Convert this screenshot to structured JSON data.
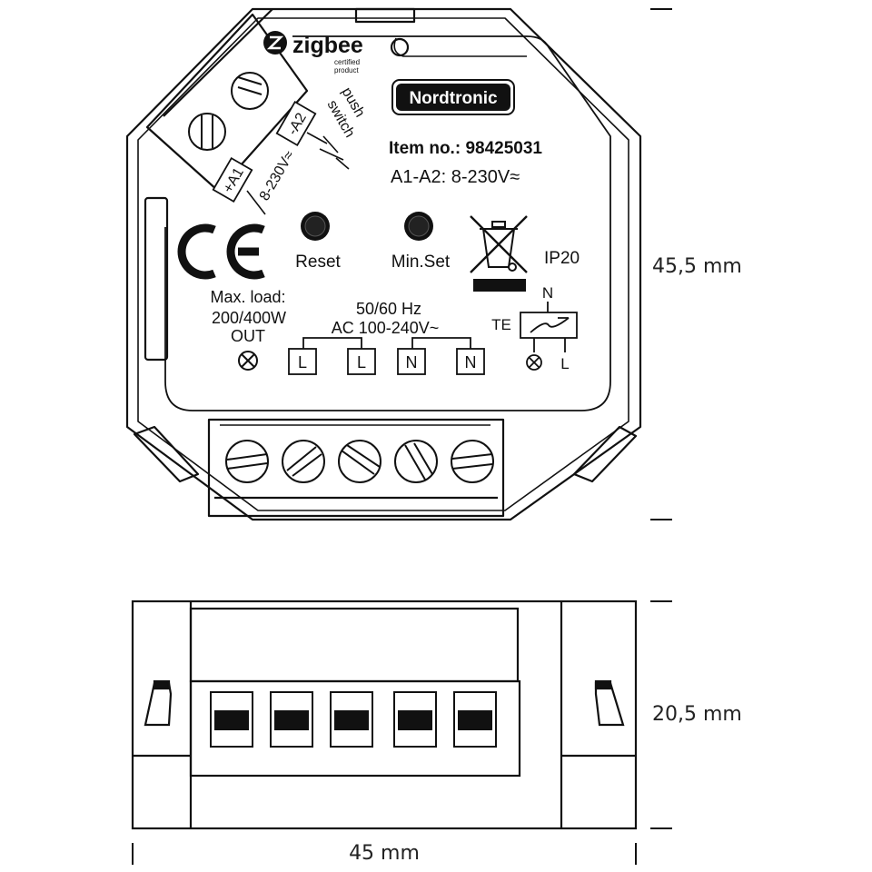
{
  "front_view": {
    "zigbee": {
      "word": "zigbee",
      "line1": "certified",
      "line2": "product"
    },
    "brand": "Nordtronic",
    "item_no": "Item no.: 98425031",
    "a1_a2": "A1-A2: 8-230V≈",
    "ce_mark": "CE",
    "reset_label": "Reset",
    "min_set_label": "Min.Set",
    "ip_rating": "IP20",
    "max_load": {
      "line1": "Max. load:",
      "line2": "200/400W",
      "line3": "OUT"
    },
    "frequency": "50/60 Hz",
    "ac_range": "AC 100-240V~",
    "terminals": [
      "L",
      "L",
      "N",
      "N"
    ],
    "te_label": "TE",
    "te_n": "N",
    "te_l": "L",
    "push_switch": {
      "line1": "push",
      "line2": "switch"
    },
    "a1_label": "+A1",
    "a2_label": "-A2",
    "voltage_side": "8-230V≈"
  },
  "dimensions": {
    "height_front": "45,5 mm",
    "height_side": "20,5 mm",
    "width": "45 mm"
  },
  "icons": [
    "zigbee-logo-icon",
    "ce-mark-icon",
    "weee-bin-icon",
    "lamp-symbol-icon",
    "dimmer-symbol-icon",
    "screw-icon"
  ]
}
